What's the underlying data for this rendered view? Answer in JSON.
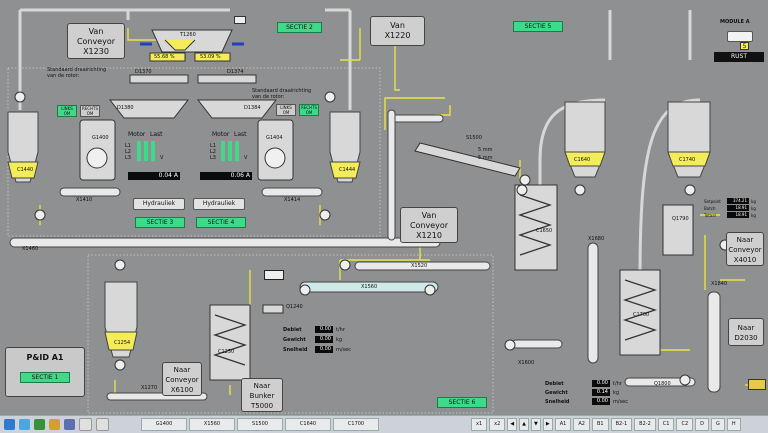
{
  "conveyors": {
    "x1230": {
      "line1": "Van",
      "line2": "Conveyor",
      "line3": "X1230"
    },
    "x1220": {
      "line1": "Van",
      "line2": "X1220"
    },
    "x1210": {
      "line1": "Van",
      "line2": "Conveyor",
      "line3": "X1210"
    },
    "x4010": {
      "line1": "Naar",
      "line2": "Conveyor",
      "line3": "X4010"
    },
    "d2030": {
      "line1": "Naar",
      "line2": "D2030"
    },
    "x6100": {
      "line1": "Naar",
      "line2": "Conveyor",
      "line3": "X6100"
    },
    "t5000": {
      "line1": "Naar",
      "line2": "Bunker",
      "line3": "T5000"
    }
  },
  "sections": {
    "s1": "SECTIE 1",
    "s2": "SECTIE 2",
    "s3": "SECTIE 3",
    "s4": "SECTIE 4",
    "s5": "SECTIE 5",
    "s6": "SECTIE 6"
  },
  "pid": "P&ID A1",
  "module": {
    "title": "MODULE A",
    "number": "5",
    "state": "RUST"
  },
  "hopper": {
    "id": "T1260",
    "left_pct": "55.68 %",
    "right_pct": "53.09 %"
  },
  "rotor_left": {
    "title": "Standaard draairichting",
    "title2": "van de rotor:",
    "links": "LINKS OM",
    "rechts": "RECHTS OM"
  },
  "rotor_right": {
    "title": "Standaard draairichting",
    "title2": "van de rotor:",
    "links": "LINKS OM",
    "rechts": "RECHTS OM"
  },
  "motor_left": {
    "motor": "Motor",
    "last": "Last",
    "l1": "L1",
    "l2": "L2",
    "l3": "L3",
    "v": "V",
    "current": "0.04 A"
  },
  "motor_right": {
    "motor": "Motor",
    "last": "Last",
    "l1": "L1",
    "l2": "L2",
    "l3": "L3",
    "v": "V",
    "current": "0.06 A"
  },
  "hydraulic": {
    "left": "Hydrauliek",
    "right": "Hydrauliek"
  },
  "equip": {
    "c1440": "C1440",
    "c1444": "C1444",
    "g1400": "G1400",
    "g1404": "G1404",
    "x1410": "X1410",
    "x1414": "X1414",
    "x1460": "X1460",
    "d1370": "D1370",
    "d1374": "D1374",
    "d1380": "D1380",
    "d1384": "D1384",
    "c1640": "C1640",
    "c1740": "C1740",
    "s1500": "S1500",
    "c1650": "C1650",
    "x1520": "X1520",
    "x1560": "X1560",
    "q1240": "Q1240",
    "c1254": "C1254",
    "c1250": "C1250",
    "x1270": "X1270",
    "x1600": "X1600",
    "x1680": "X1680",
    "c1700": "C1700",
    "q1790": "Q1790",
    "q1800": "Q1800",
    "x1840": "X1840",
    "mm1": "5 mm",
    "mm2": "5 mm"
  },
  "readouts_mid": [
    {
      "label": "Debiet",
      "value": "0.00",
      "unit": "t/hr"
    },
    {
      "label": "Gewicht",
      "value": "0.00",
      "unit": "kg"
    },
    {
      "label": "Snelheid",
      "value": "0.00",
      "unit": "m/sec"
    }
  ],
  "readouts_right": [
    {
      "label": "Debiet",
      "value": "0.00",
      "unit": "t/hr"
    },
    {
      "label": "Gewicht",
      "value": "0.14",
      "unit": "kg"
    },
    {
      "label": "Snelheid",
      "value": "0.00",
      "unit": "m/sec"
    }
  ],
  "weigh": [
    {
      "label": "Setpoint",
      "value": "374.21",
      "unit": "kg"
    },
    {
      "label": "Batch",
      "value": "18.91",
      "unit": "kg"
    },
    {
      "label": "Totaal",
      "value": "18.91",
      "unit": "kg"
    }
  ],
  "taskbar": {
    "buttons": [
      "G1400",
      "X1560",
      "S1500",
      "C1640",
      "C1700"
    ],
    "right": [
      "x1",
      "x2",
      "A1",
      "A2",
      "B1",
      "B2-1",
      "B2-2",
      "C1",
      "C2",
      "D",
      "G",
      "H"
    ]
  },
  "colors": {
    "green": "#3fd98a",
    "yellow": "#f4ec5a",
    "line": "#e6e24a",
    "bg": "#8e9092"
  }
}
